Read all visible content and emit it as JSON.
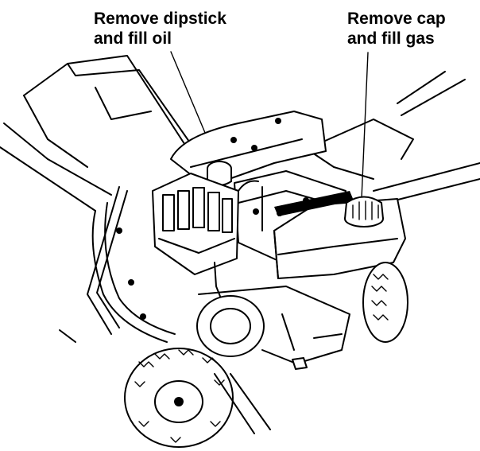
{
  "callouts": {
    "oil": {
      "line1": "Remove dipstick",
      "line2": "and fill oil"
    },
    "gas": {
      "line1": "Remove cap",
      "line2": "and fill gas"
    }
  },
  "colors": {
    "ink": "#000000",
    "paper": "#ffffff"
  }
}
